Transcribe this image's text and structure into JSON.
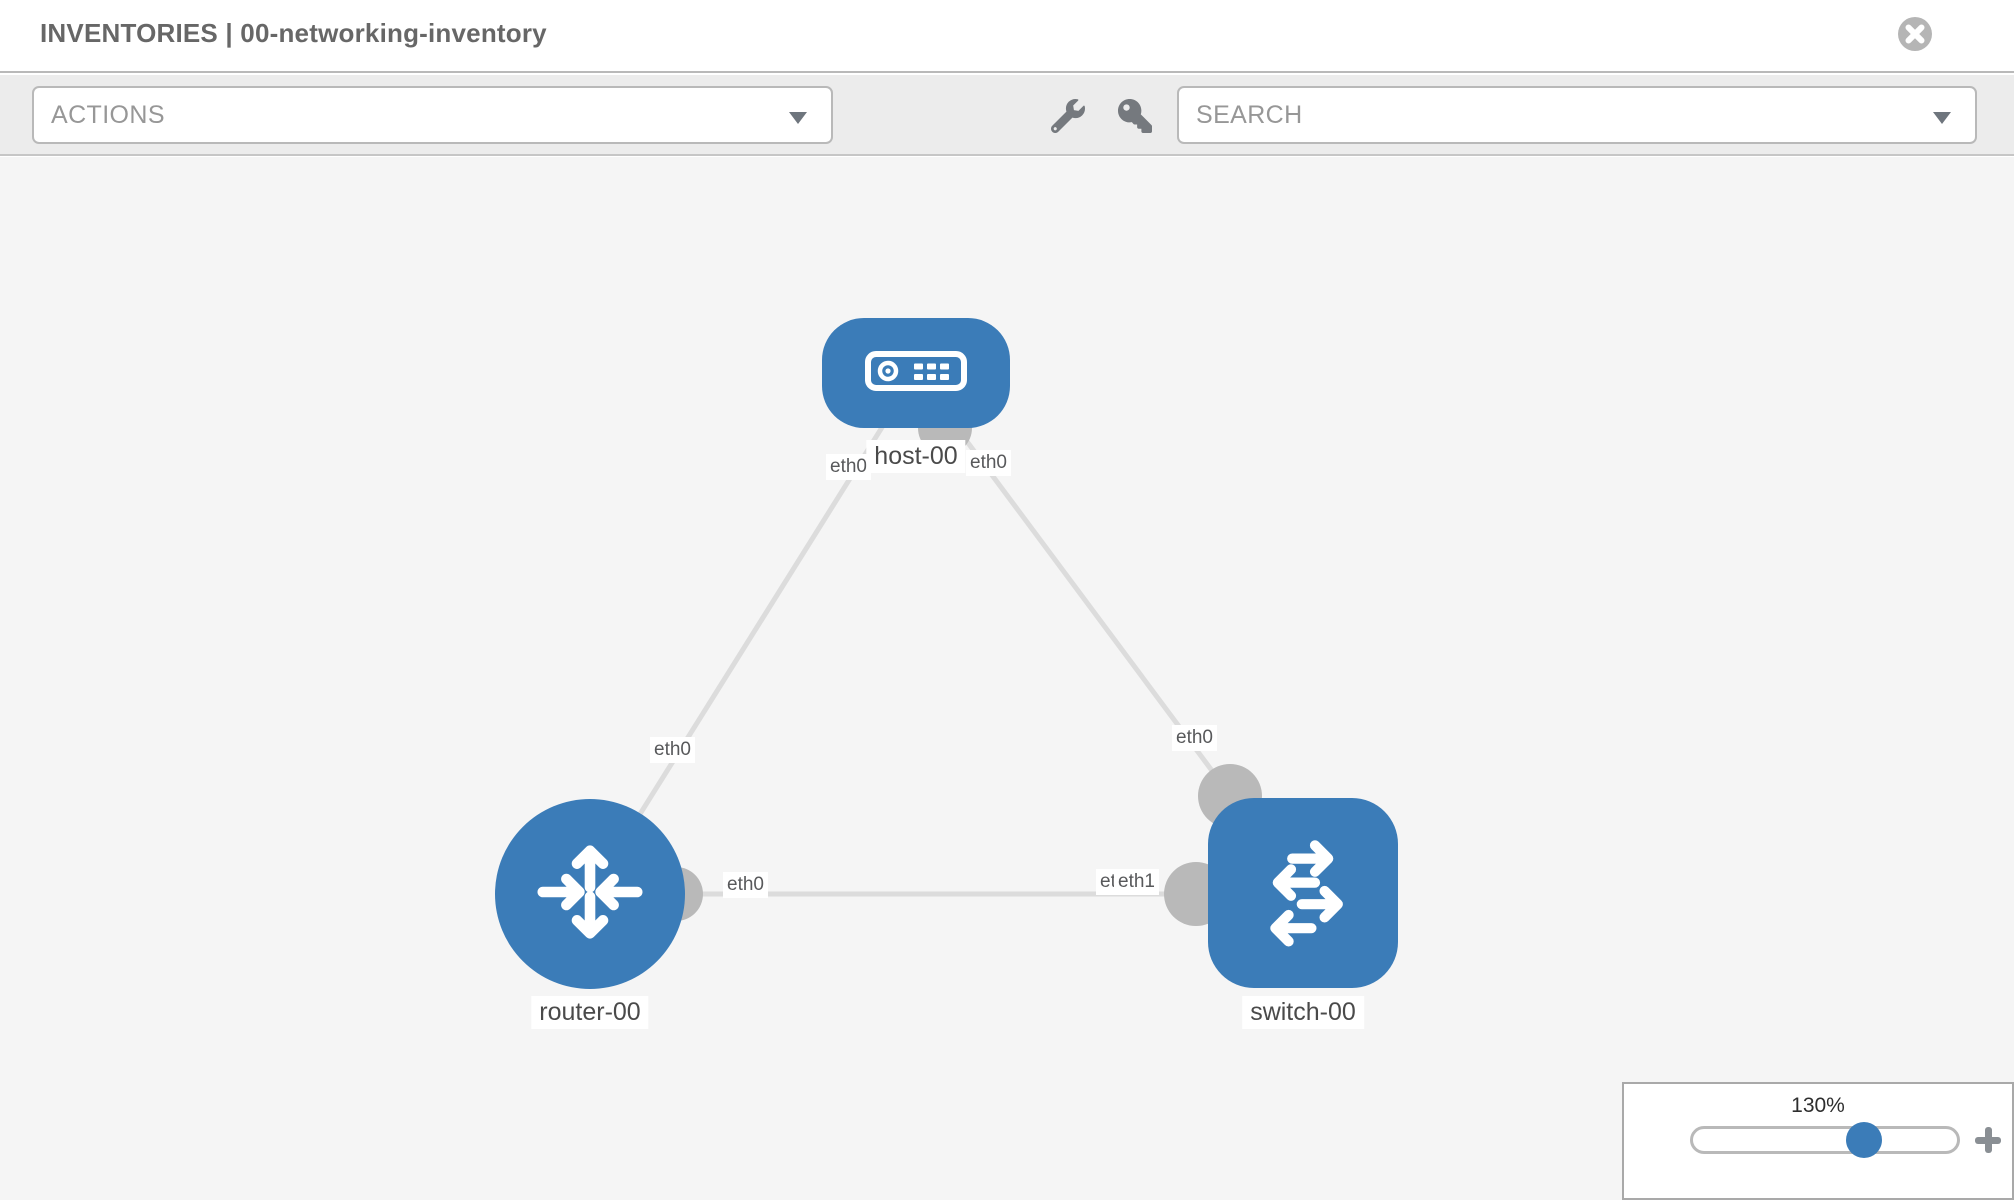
{
  "window": {
    "title": "INVENTORIES | 00-networking-inventory"
  },
  "toolbar": {
    "actions_label": "ACTIONS",
    "search_label": "SEARCH",
    "wrench_icon": "wrench",
    "key_icon": "key"
  },
  "topology": {
    "nodes": [
      {
        "name": "host-00",
        "type": "host"
      },
      {
        "name": "router-00",
        "type": "router"
      },
      {
        "name": "switch-00",
        "type": "switch"
      }
    ],
    "links": [
      {
        "from": "host-00",
        "to": "router-00",
        "from_interface": "eth0",
        "to_interface": "eth0"
      },
      {
        "from": "host-00",
        "to": "switch-00",
        "from_interface": "eth0",
        "to_interface": "eth0"
      },
      {
        "from": "router-00",
        "to": "switch-00",
        "from_interface": "eth0",
        "to_interface": "eth1"
      }
    ],
    "overlapped_interface_label": "eth0"
  },
  "zoom": {
    "level": "130%"
  },
  "colors": {
    "node_blue": "#3b7cb8",
    "edge_gray": "#dcdcdc",
    "connector_gray": "#b9b9b9",
    "canvas_bg": "#f5f5f5",
    "toolbar_bg": "#ececec",
    "title_gray": "#676767"
  }
}
